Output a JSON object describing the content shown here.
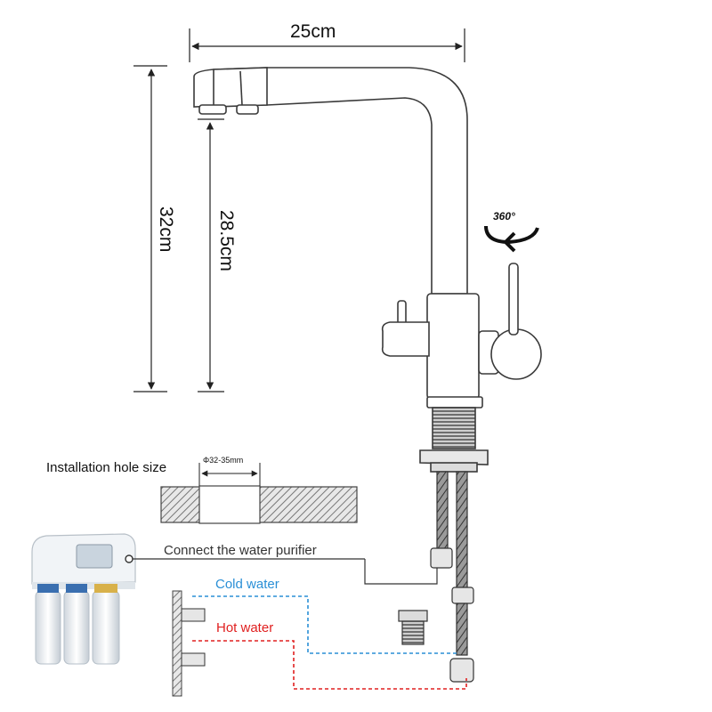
{
  "dimensions": {
    "width_label": "25cm",
    "total_height_label": "32cm",
    "spout_height_label": "28.5cm",
    "rotation_label": "360°"
  },
  "installation": {
    "label": "Installation hole size",
    "hole_diameter_label": "Φ32-35mm"
  },
  "connections": {
    "purifier_label": "Connect the water purifier",
    "cold_label": "Cold water",
    "hot_label": "Hot water"
  },
  "colors": {
    "cold": "#2a8fd6",
    "hot": "#e02020",
    "line": "#333333",
    "faucet_outline": "#3a3a3a"
  }
}
